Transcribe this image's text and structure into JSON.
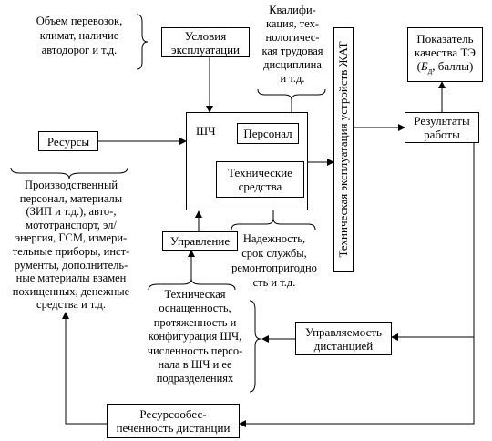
{
  "nodes": {
    "operating_conditions": "Условия\nэксплуатации",
    "resources": "Ресурсы",
    "shch": "ШЧ",
    "personnel": "Персонал",
    "technical_means": "Технические\nсредства",
    "management": "Управление",
    "work_results": "Результаты\nработы",
    "quality_indicator_line1": "Показатель",
    "quality_indicator_line2": "качества ТЭ",
    "quality_indicator_symbol": "Б",
    "quality_indicator_subscript": "д",
    "quality_indicator_suffix": ", баллы)",
    "controllability": "Управляемость\nдистанцией",
    "resource_provision": "Ресурсообес-\nпеченность дистанции",
    "vertical_label": "Техническая эксплуатация устройств ЖАТ"
  },
  "notes": {
    "conditions_note": "Объем перевозок,\nклимат, наличие\nавтодорог и т.д.",
    "qualification_note": "Квалифи-\nкация, тех-\nнологичес-\nкая трудовая\nдисциплина\nи т.д.",
    "resources_note": "Производственный\nперсонал, материалы\n(ЗИП и т.д.), авто-,\nмототранспорт, эл/\nэнергия, ГСМ, измери-\nтельные приборы, инст-\nрументы, дополнитель-\nные материалы взамен\nпохищенных, денежные\nсредства и т.д.",
    "reliability_note": "Надежность,\nсрок службы,\nремонтопригодно\nсть и т.д.",
    "equipment_note": "Техническая\nоснащенность,\nпротяженность и\nконфигурация ШЧ,\nчисленность персо-\nнала в ШЧ и ее\nподразделениях"
  }
}
